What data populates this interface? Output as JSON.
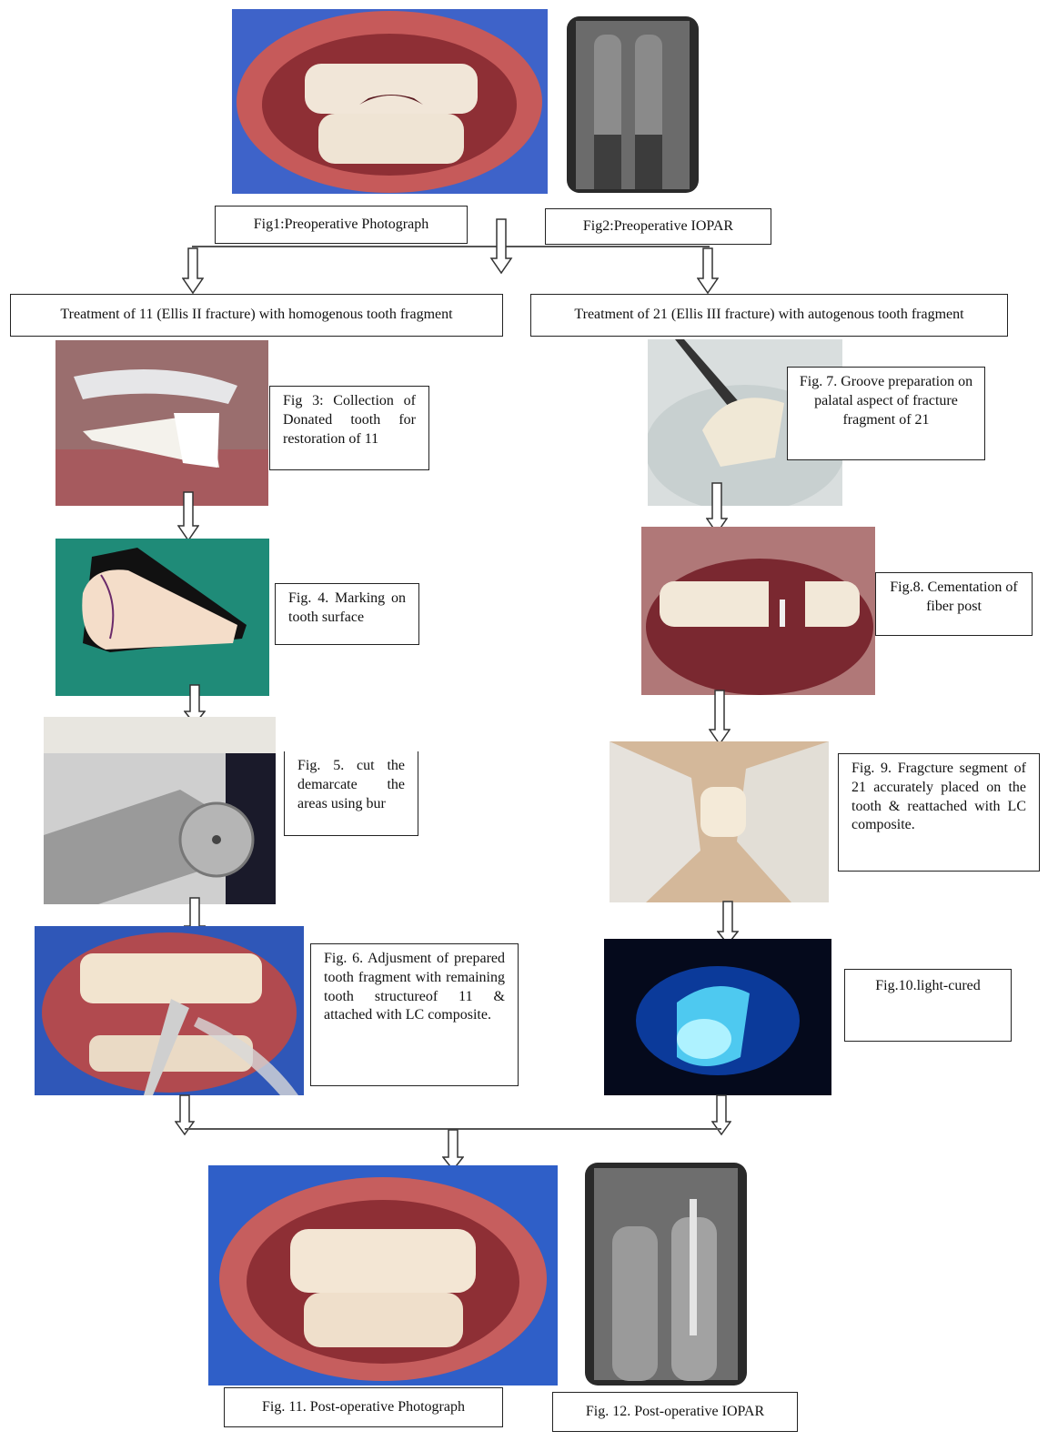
{
  "captions": {
    "fig1": "Fig1:Preoperative Photograph",
    "fig2": "Fig2:Preoperative  IOPAR",
    "fig3": "Fig 3: Collection of Donated tooth for restoration of 11",
    "fig4": "Fig. 4. Marking on tooth surface",
    "fig5": "Fig. 5. cut the demarcate the areas using bur",
    "fig6": "Fig. 6. Adjusment of prepared tooth fragment with remaining tooth structureof 11 & attached with LC composite.",
    "fig7": "Fig. 7. Groove preparation on palatal aspect of fracture fragment of 21",
    "fig8": "Fig.8. Cementation of fiber post",
    "fig9": "Fig. 9. Fragcture segment of 21 accurately placed on the tooth & reattached with LC composite.",
    "fig10": "Fig.10.light-cured",
    "fig11": "Fig. 11. Post-operative Photograph",
    "fig12": "Fig. 12. Post-operative IOPAR"
  },
  "branches": {
    "left": "Treatment of 11 (Ellis II fracture) with homogenous tooth fragment",
    "right": "Treatment of 21 (Ellis III fracture) with autogenous tooth fragment"
  }
}
